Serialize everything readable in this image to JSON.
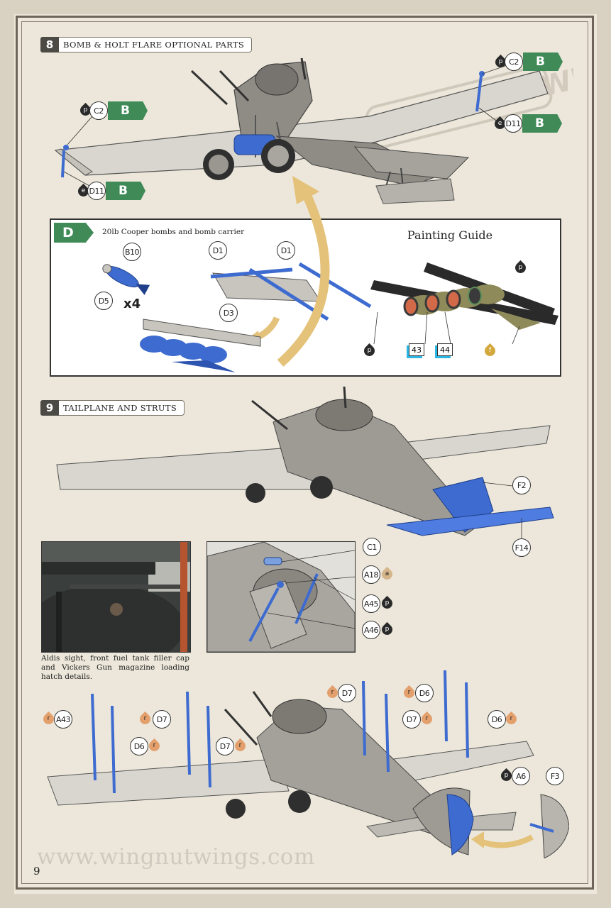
{
  "page_number": "9",
  "website": "www.wingnutwings.com",
  "watermark": "WINGNUT WINGS",
  "step8": {
    "number": "8",
    "title": "BOMB & HOLT FLARE OPTIONAL PARTS",
    "callouts": {
      "c2": "C2",
      "d11": "D11",
      "paint_p": "p",
      "paint_e": "e",
      "version": "B"
    }
  },
  "panel_d": {
    "flag": "D",
    "title": "20lb Cooper bombs and bomb carrier",
    "multiplier": "x4",
    "painting_guide_title": "Painting Guide",
    "parts": {
      "b10": "B10",
      "d5": "D5",
      "d1": "D1",
      "d3": "D3"
    },
    "paints": {
      "p": "p",
      "c43": "43",
      "c44": "44",
      "f": "f"
    },
    "colors": {
      "bomb_blue": "#3d6bd0",
      "carrier_black": "#2a2a2a",
      "bomb_khaki": "#8f8a5a",
      "arrow_gold": "#e4c27a"
    }
  },
  "step9": {
    "number": "9",
    "title": "TAILPLANE AND STRUTS",
    "callouts": {
      "f2": "F2",
      "f14": "F14",
      "c1": "C1",
      "a18": "A18",
      "a45": "A45",
      "a46": "A46",
      "a43": "A43",
      "d6": "D6",
      "d7": "D7",
      "a6": "A6",
      "f3": "F3",
      "paint_a": "a",
      "paint_p": "p",
      "paint_r": "r"
    },
    "photo_caption": "Aldis sight, front fuel tank filler cap and Vickers Gun magazine loading hatch details."
  }
}
